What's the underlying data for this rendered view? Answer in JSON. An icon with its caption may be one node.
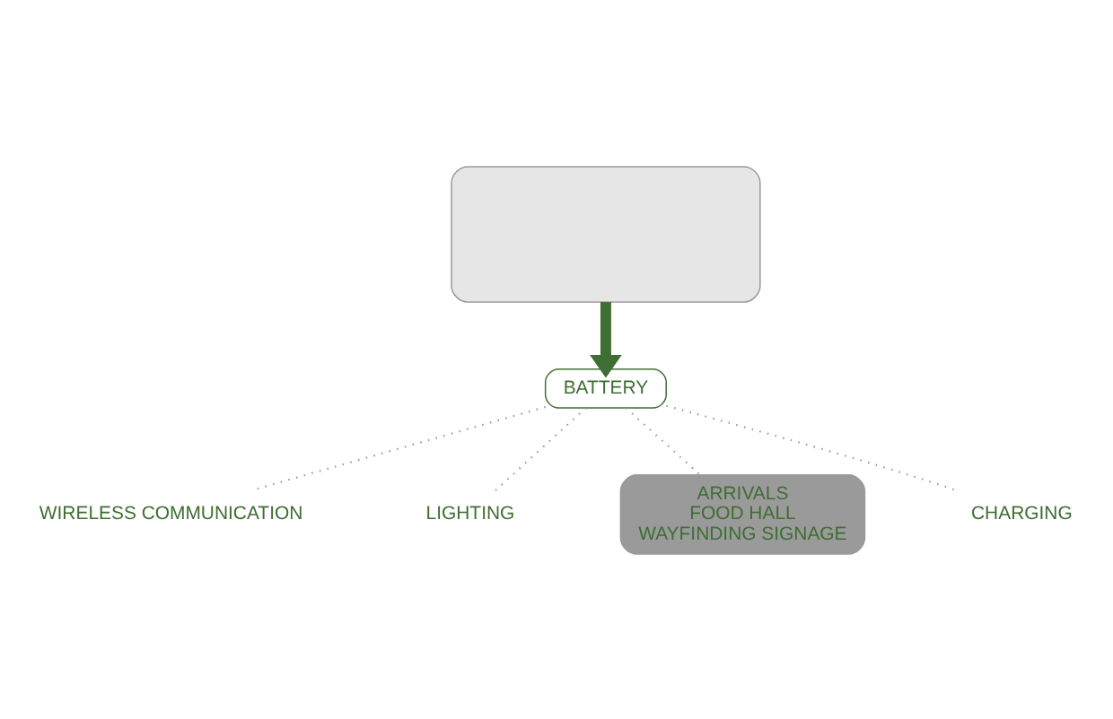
{
  "diagram": {
    "nodes": [
      {
        "text": [],
        "shape": "box"
      },
      {
        "text": [
          "BATTERY"
        ]
      },
      {
        "text": [
          "WIRELESS COMMUNICATION"
        ]
      },
      {
        "text": [
          "CHARGING"
        ]
      },
      {
        "text": [
          "LIGHTING"
        ]
      },
      {
        "text": [
          "ARRIVALS",
          "FOOD HALL",
          "WAYFINDING SIGNAGE"
        ]
      }
    ],
    "edges": [
      {
        "from": 0,
        "to": 1,
        "arrow": "to",
        "style": "thick",
        "color": "#3f6e33"
      },
      {
        "from": 1,
        "to": 2,
        "arrow": "none",
        "style": "dashed"
      },
      {
        "from": 1,
        "to": 3,
        "arrow": "none",
        "style": "dashed"
      },
      {
        "from": 1,
        "to": 4,
        "arrow": "none",
        "style": "dashed"
      },
      {
        "from": 1,
        "to": 5,
        "arrow": "none",
        "style": "dashed"
      }
    ]
  }
}
